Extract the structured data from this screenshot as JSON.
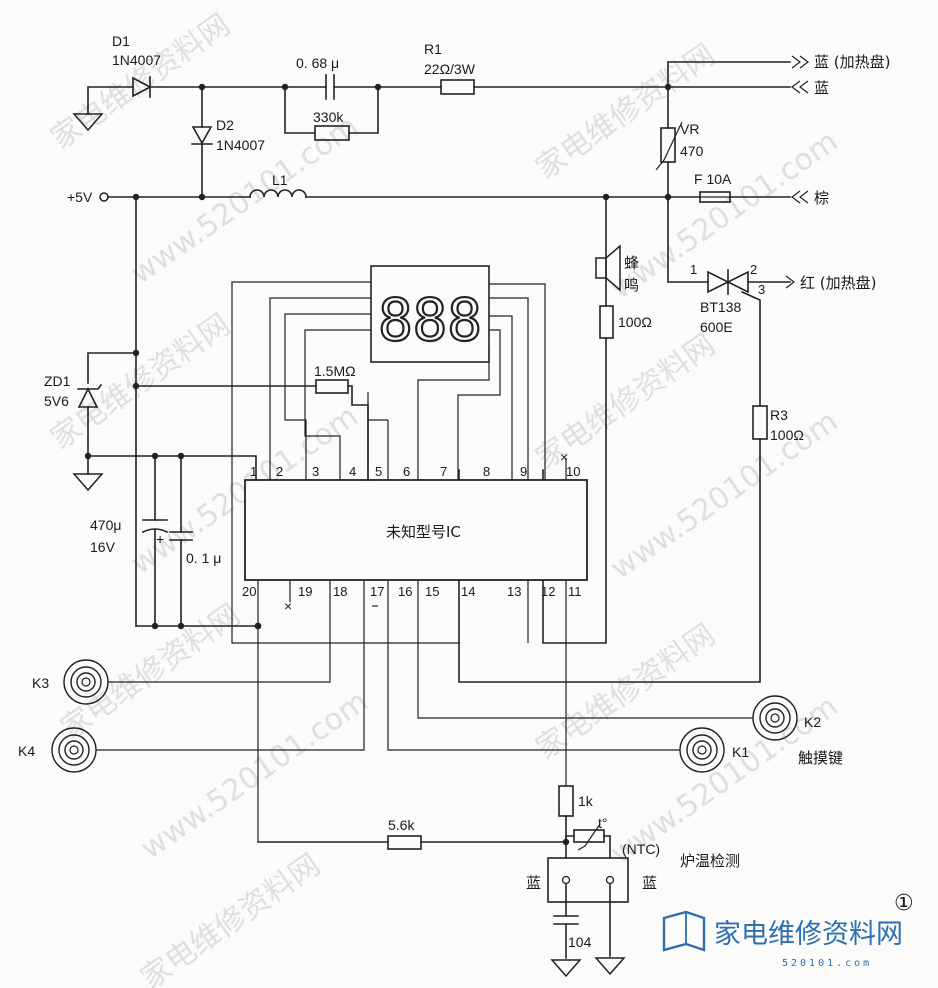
{
  "watermark": {
    "text_cn": "家电维修资料网",
    "text_url": "www.520101.com"
  },
  "logo": {
    "text": "家电维修资料网",
    "url": "520101.com"
  },
  "figure_number": "①",
  "ic": {
    "label": "未知型号IC",
    "pins_top": [
      "1",
      "2",
      "3",
      "4",
      "5",
      "6",
      "7",
      "8",
      "9",
      "10"
    ],
    "pins_bottom": [
      "20",
      "19",
      "18",
      "17",
      "16",
      "15",
      "14",
      "13",
      "12",
      "11"
    ]
  },
  "display": {
    "digits": "888"
  },
  "components": {
    "d1_name": "D1",
    "d1_part": "1N4007",
    "d2_name": "D2",
    "d2_part": "1N4007",
    "c_068": "0. 68 μ",
    "r_330k": "330k",
    "r1_name": "R1",
    "r1_value": "22Ω/3W",
    "vr_name": "VR",
    "vr_value": "470",
    "fuse": "F  10A",
    "l1": "L1",
    "plus5v": "+5V",
    "buzzer": "蜂\n鸣",
    "buzzer_line1": "蜂",
    "buzzer_line2": "鸣",
    "r_100_buzzer": "100Ω",
    "triac_name": "BT138",
    "triac_part": "600E",
    "triac_pin1": "1",
    "triac_pin2": "2",
    "triac_pin3": "3",
    "r3_name": "R3",
    "r3_value": "100Ω",
    "zd1_name": "ZD1",
    "zd1_value": "5V6",
    "r_15m": "1.5MΩ",
    "c_470_value": "470μ",
    "c_470_volt": "16V",
    "c_01": "0. 1 μ",
    "r_1k": "1k",
    "r_56k": "5.6k",
    "ntc_t": "t°",
    "ntc_label": "(NTC)",
    "c_104": "104"
  },
  "terminals": {
    "blue_heater": "蓝 (加热盘)",
    "blue": "蓝",
    "brown": "棕",
    "red_heater": "红 (加热盘)",
    "sensor_left": "蓝",
    "sensor_right": "蓝",
    "furnace_temp": "炉温检测"
  },
  "keys": {
    "k1": "K1",
    "k2": "K2",
    "k3": "K3",
    "k4": "K4",
    "touch": "触摸键"
  },
  "not_connected_mark": "×"
}
